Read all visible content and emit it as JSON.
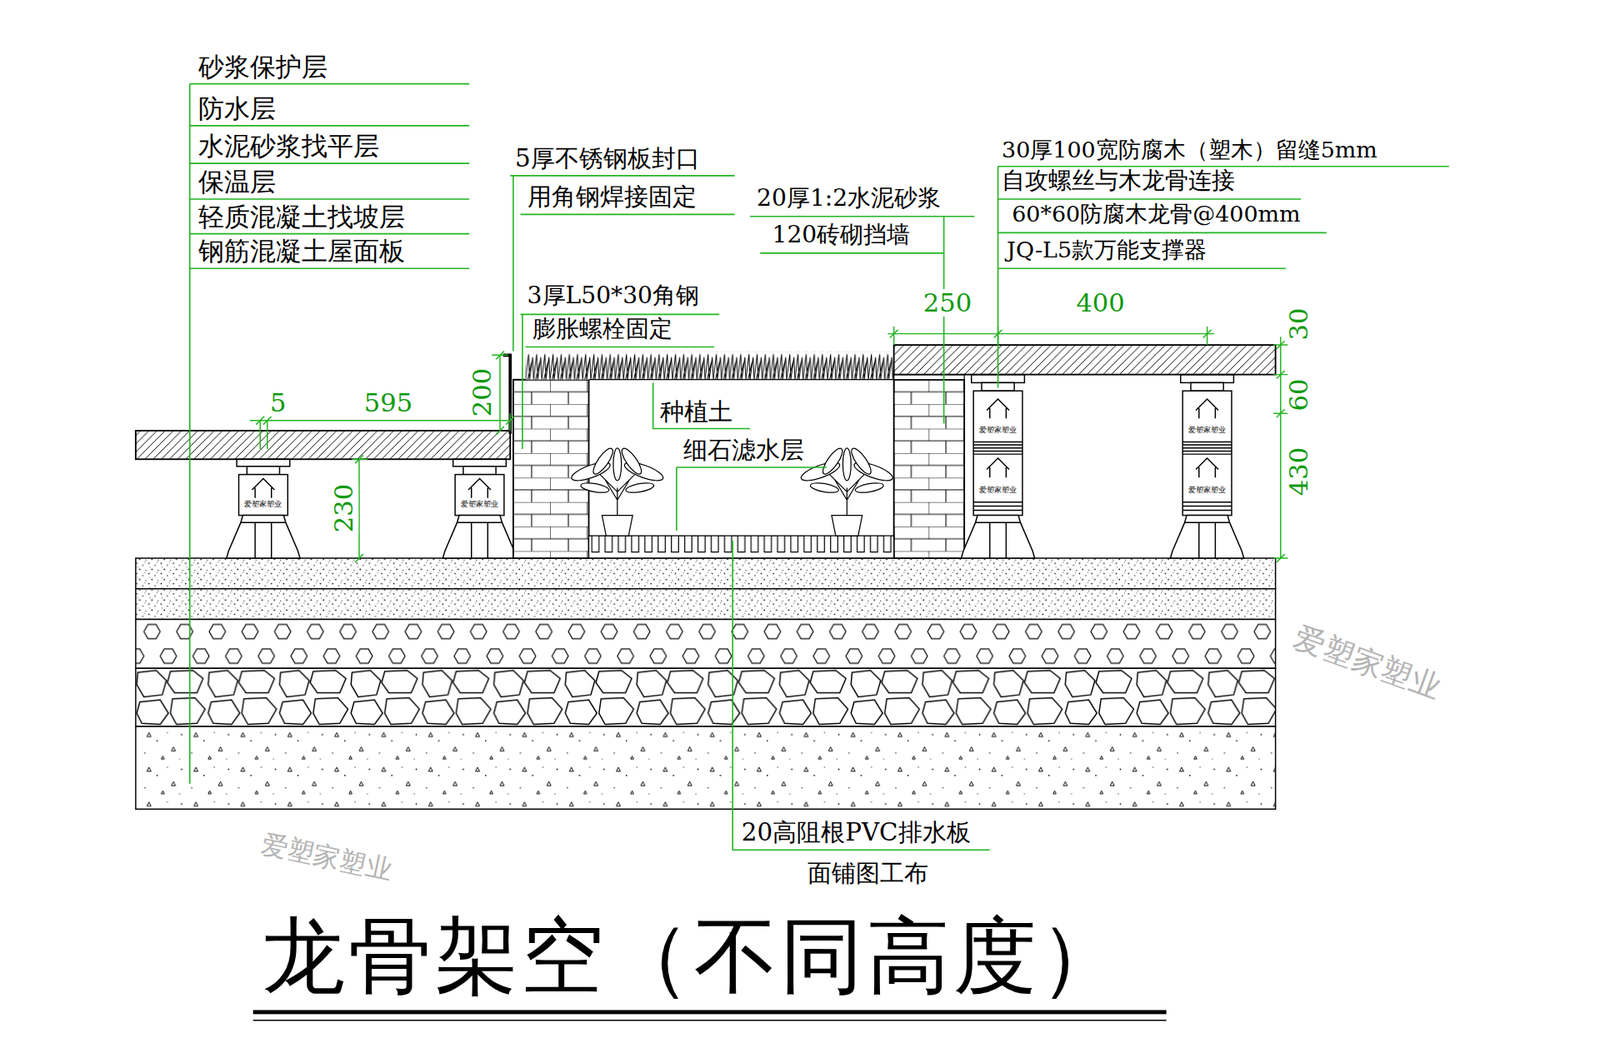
{
  "diagram": {
    "title": "龙骨架空（不同高度）",
    "labels": [
      "砂浆保护层",
      "防水层",
      "水泥砂浆找平层",
      "保温层",
      "轻质混凝土找坡层",
      "钢筋混凝土屋面板",
      "5厚不锈钢板封口",
      "用角钢焊接固定",
      "20厚1:2水泥砂浆",
      "120砖砌挡墙",
      "3厚L50*30角钢",
      "膨胀螺栓固定",
      "30厚100宽防腐木（塑木）留缝5mm",
      "自攻螺丝与木龙骨连接",
      "60*60防腐木龙骨@400mm",
      "JQ-L5款万能支撑器",
      "种植土",
      "细石滤水层",
      "20高阻根PVC排水板",
      "面铺图工布",
      "5",
      "595",
      "200",
      "230",
      "250",
      "400",
      "30",
      "60",
      "430",
      "爱塑家塑业",
      "爱塑家塑业",
      "爱塑家塑业",
      "爱塑家塑业",
      "爱塑家塑业",
      "爱塑家塑业",
      "爱塑家塑业",
      "爱塑家塑业"
    ]
  }
}
